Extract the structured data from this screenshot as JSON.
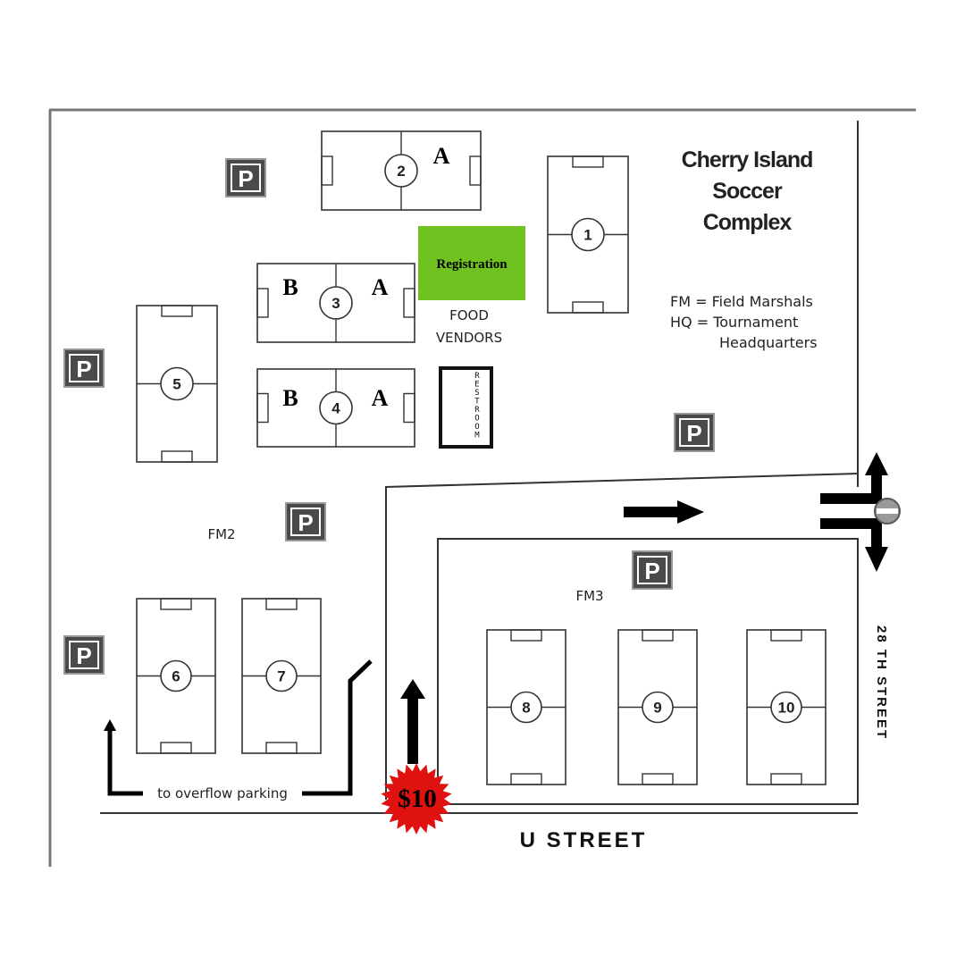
{
  "map": {
    "title_lines": [
      "Cherry Island",
      "Soccer",
      "Complex"
    ],
    "legend": {
      "fm": "FM = Field Marshals",
      "hq_line1": "HQ = Tournament",
      "hq_line2": "Headquarters"
    },
    "registration": "Registration",
    "food_line1": "FOOD",
    "food_line2": "VENDORS",
    "restroom": "RESTROOM",
    "fm2": "FM2",
    "fm3": "FM3",
    "overflow": "to overflow parking",
    "price": "$10",
    "u_street": "U  STREET",
    "street_28": "28 TH  STREET",
    "parking_glyph": "P",
    "label_a": "A",
    "label_b": "B",
    "fields": [
      "1",
      "2",
      "3",
      "4",
      "5",
      "6",
      "7",
      "8",
      "9",
      "10"
    ]
  },
  "colors": {
    "registration": "#6fc21f",
    "price_badge": "#e0120f",
    "parking_bg": "#4a4a4a"
  }
}
